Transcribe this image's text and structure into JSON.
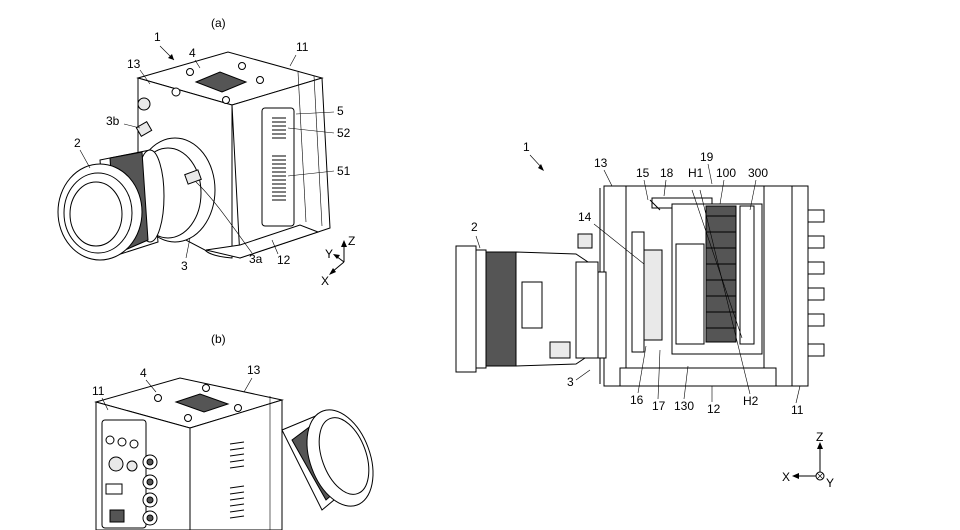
{
  "figure_a": {
    "caption": "(a)",
    "labels": {
      "l1": "1",
      "l4": "4",
      "l11": "11",
      "l13": "13",
      "l3b": "3b",
      "l2": "2",
      "l5": "5",
      "l52": "52",
      "l51": "51",
      "l3": "3",
      "l3a": "3a",
      "l12": "12"
    },
    "axes": {
      "z": "Z",
      "y": "Y",
      "x": "X"
    }
  },
  "figure_b": {
    "caption": "(b)",
    "labels": {
      "l11": "11",
      "l4": "4",
      "l13": "13"
    }
  },
  "figure_c": {
    "labels": {
      "l1": "1",
      "l13": "13",
      "l15": "15",
      "l18": "18",
      "l19": "19",
      "lH1": "H1",
      "l100": "100",
      "l300": "300",
      "l14": "14",
      "l2": "2",
      "l3": "3",
      "l16": "16",
      "l17": "17",
      "l130": "130",
      "l12": "12",
      "lH2": "H2",
      "l11": "11"
    },
    "axes": {
      "z": "Z",
      "x": "X",
      "y": "Y"
    }
  }
}
